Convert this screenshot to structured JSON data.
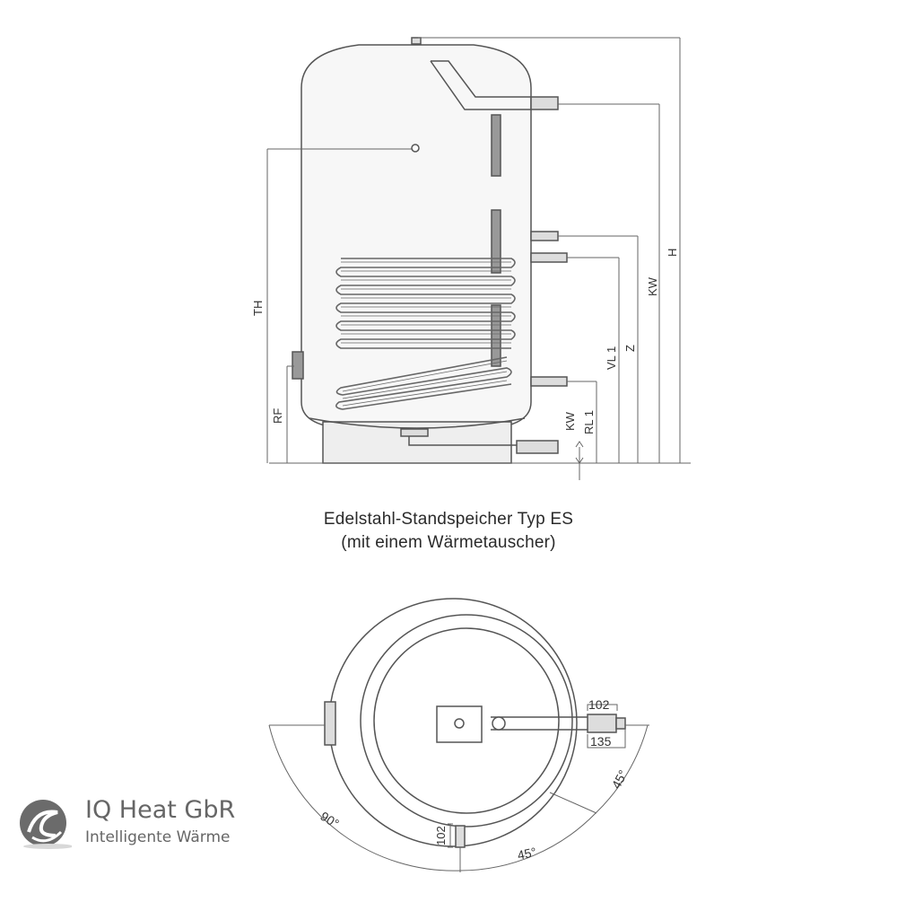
{
  "title": {
    "line1": "Edelstahl-Standspeicher Typ ES",
    "line2": "(mit einem Wärmetauscher)"
  },
  "side_view": {
    "dim_labels": {
      "TH": "TH",
      "RF": "RF",
      "KW_bottom": "KW",
      "RL1": "RL 1",
      "VL1": "VL 1",
      "Z": "Z",
      "KW_top": "KW",
      "H": "H"
    }
  },
  "top_view": {
    "dims": {
      "d102_right": "102",
      "d135": "135",
      "d102_bottom": "102",
      "a90": "90°",
      "a45_bottom": "45°",
      "a45_right": "45°"
    }
  },
  "logo": {
    "name": "IQ Heat GbR",
    "tagline": "Intelligente Wärme",
    "icon": "swirl-logo-icon"
  },
  "colors": {
    "line": "#555555",
    "tank_fill": "#f7f7f7",
    "logo_gray": "#6b6b6b"
  }
}
